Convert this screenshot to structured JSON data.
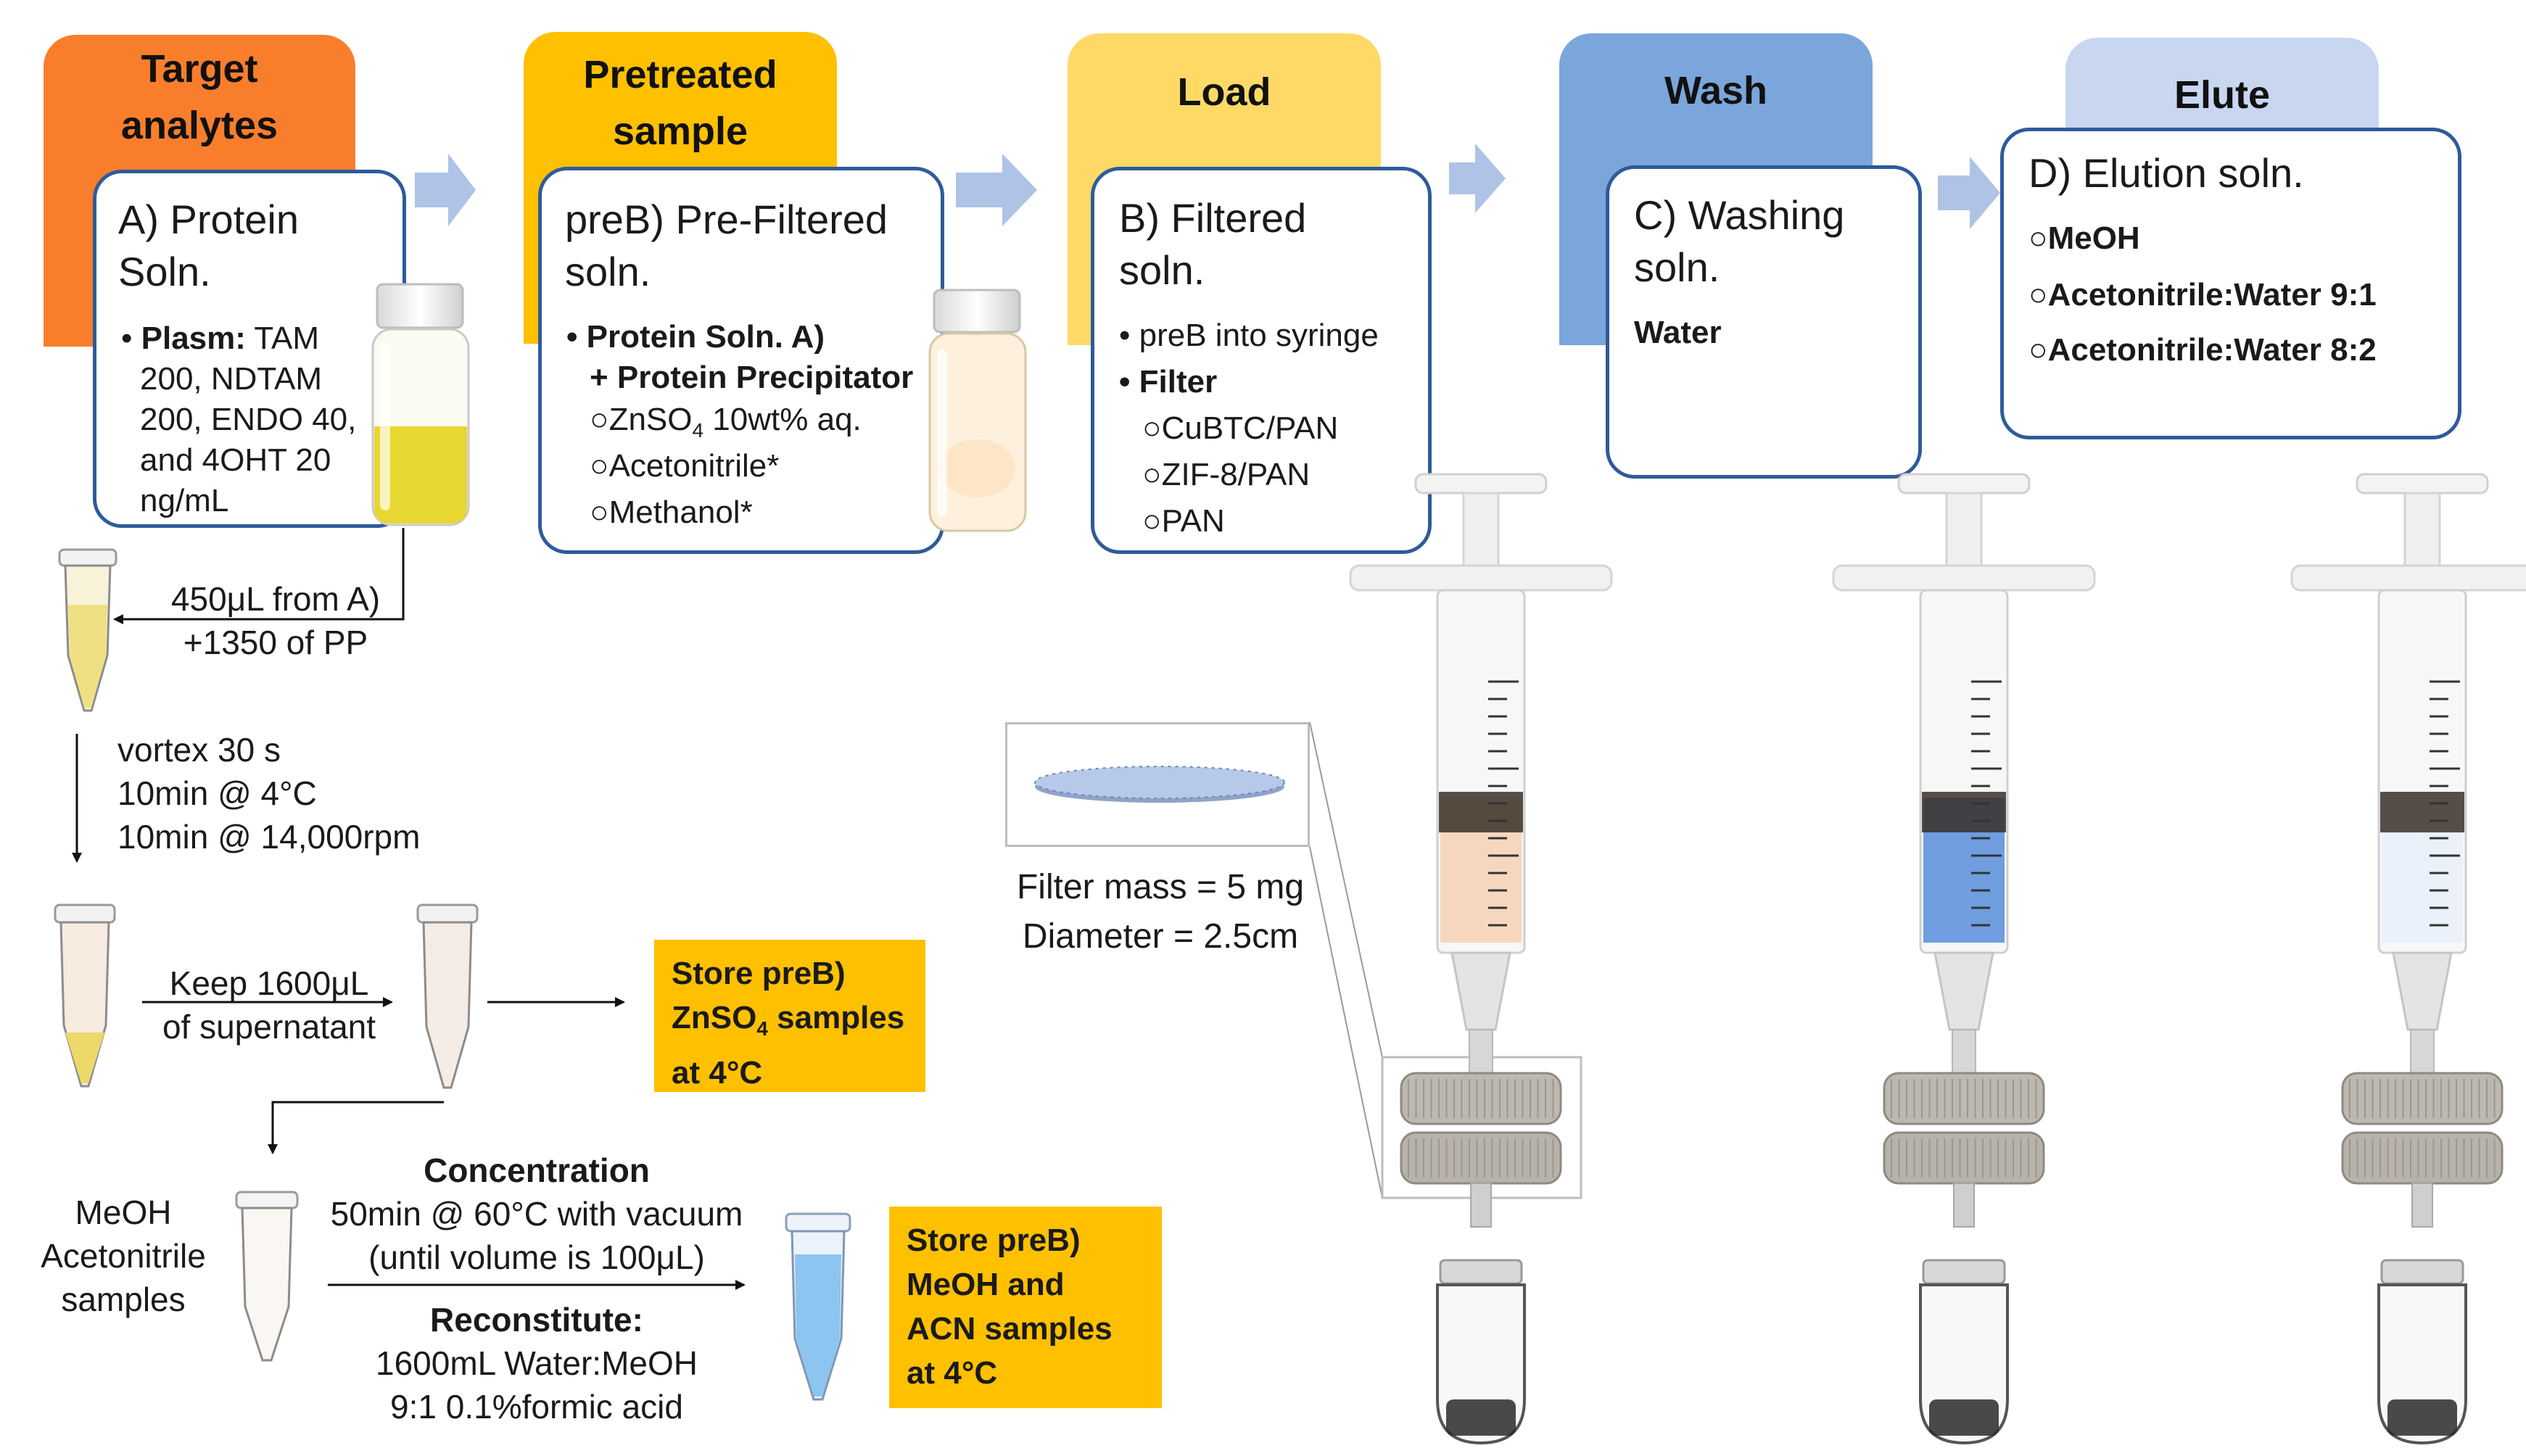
{
  "stages": [
    {
      "label_lines": [
        "Target",
        "analytes"
      ],
      "color": "#f97e2c"
    },
    {
      "label_lines": [
        "Pretreated",
        "sample"
      ],
      "color": "#ffc000"
    },
    {
      "label_lines": [
        "Load"
      ],
      "color": "#ffd966"
    },
    {
      "label_lines": [
        "Wash"
      ],
      "color": "#7aa6dc"
    },
    {
      "label_lines": [
        "Elute"
      ],
      "color": "#c8d6ef"
    }
  ],
  "cards": {
    "a": {
      "title_lines": [
        "A) Protein",
        "Soln."
      ],
      "bullet_bold": "Plasm:",
      "bullet_lines": [
        " TAM",
        "200, NDTAM",
        "200, ENDO 40,",
        "and 4OHT 20",
        "ng/mL"
      ]
    },
    "preb": {
      "title_lines": [
        "preB) Pre-Filtered",
        "soln."
      ],
      "line1": "Protein Soln. A)",
      "line2": "+ Protein Precipitator",
      "opt1_a": "○ZnSO",
      "opt1_sub": "4",
      "opt1_b": " 10wt% aq.",
      "opt2": "○Acetonitrile*",
      "opt3": "○Methanol*"
    },
    "b": {
      "title_lines": [
        "B) Filtered",
        "soln."
      ],
      "line1": "preB into syringe",
      "line2": "Filter",
      "options": [
        "○CuBTC/PAN",
        "○ZIF-8/PAN",
        "○PAN"
      ]
    },
    "c": {
      "title_lines": [
        "C) Washing",
        "soln."
      ],
      "value": "Water"
    },
    "d": {
      "title": "D) Elution soln.",
      "options": [
        "○MeOH",
        "○Acetonitrile:Water 9:1",
        "○Acetonitrile:Water 8:2"
      ]
    }
  },
  "procedure": {
    "transfer": [
      "450μL from A)",
      "+1350 of PP"
    ],
    "vortex": [
      "vortex 30 s",
      "10min @ 4°C",
      "10min @ 14,000rpm"
    ],
    "keep": [
      "Keep 1600μL",
      "of supernatant"
    ],
    "store1_lines": [
      "Store preB)",
      "ZnSO",
      "4",
      " samples",
      "at 4°C"
    ],
    "samples_label": [
      "MeOH",
      "Acetonitrile",
      "samples"
    ],
    "concentration_title": "Concentration",
    "concentration_lines": [
      "50min @ 60°C with vacuum",
      "(until volume is 100μL)"
    ],
    "reconstitute_title": "Reconstitute:",
    "reconstitute_lines": [
      "1600mL Water:MeOH",
      "9:1 0.1%formic acid"
    ],
    "store2_lines": [
      "Store preB)",
      "MeOH and",
      "ACN samples",
      "at 4°C"
    ]
  },
  "filter": {
    "mass": "Filter mass = 5 mg",
    "diameter": "Diameter = 2.5cm"
  },
  "colors": {
    "card_border": "#2e5b9a",
    "arrow": "#aec3e6",
    "store_box": "#ffc000",
    "syringe_fill_load": "#f6d7be",
    "syringe_fill_wash": "#6f9de0",
    "syringe_fill_elute": "#eaf1fb"
  }
}
